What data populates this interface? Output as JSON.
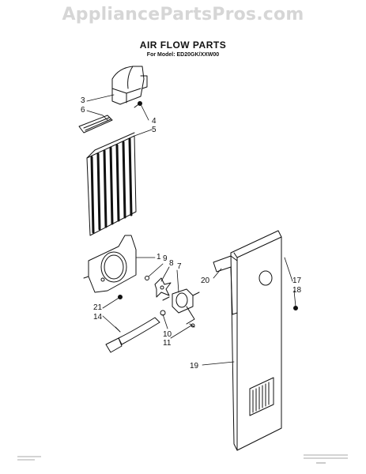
{
  "header": {
    "watermark": "AppliancePartsPros.com",
    "title": "AIR FLOW PARTS",
    "subtitle": "For Model: ED20GK/XXW00"
  },
  "callouts": [
    {
      "id": "c3",
      "text": "3"
    },
    {
      "id": "c6",
      "text": "6"
    },
    {
      "id": "c4",
      "text": "4"
    },
    {
      "id": "c5",
      "text": "5"
    },
    {
      "id": "c1",
      "text": "1"
    },
    {
      "id": "c9",
      "text": "9"
    },
    {
      "id": "c8",
      "text": "8"
    },
    {
      "id": "c7",
      "text": "7"
    },
    {
      "id": "c20",
      "text": "20"
    },
    {
      "id": "c17",
      "text": "17"
    },
    {
      "id": "c18",
      "text": "18"
    },
    {
      "id": "c21",
      "text": "21"
    },
    {
      "id": "c14",
      "text": "14"
    },
    {
      "id": "c10",
      "text": "10"
    },
    {
      "id": "c11",
      "text": "11"
    },
    {
      "id": "c19",
      "text": "19"
    }
  ],
  "colors": {
    "ink": "#111111",
    "watermark": "#d6d6d6"
  }
}
